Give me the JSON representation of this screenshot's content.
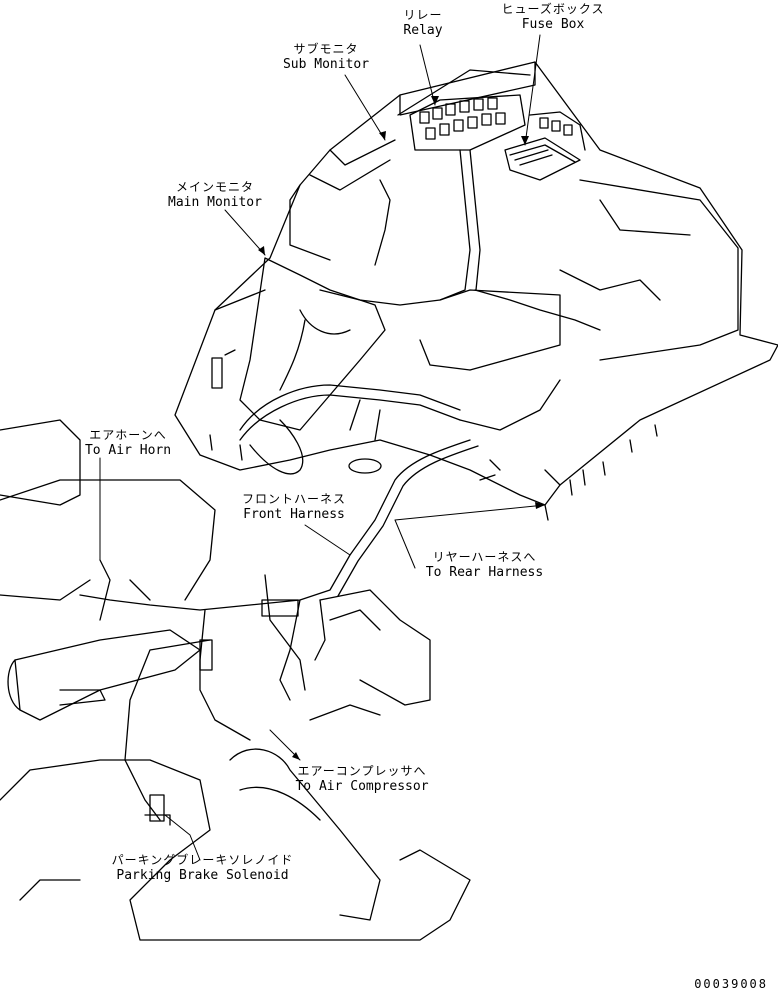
{
  "labels": {
    "relay": {
      "jp": "リレー",
      "en": "Relay"
    },
    "fuse_box": {
      "jp": "ヒューズボックス",
      "en": "Fuse Box"
    },
    "sub_monitor": {
      "jp": "サブモニタ",
      "en": "Sub Monitor"
    },
    "main_monitor": {
      "jp": "メインモニタ",
      "en": "Main Monitor"
    },
    "air_horn": {
      "jp": "エアホーンへ",
      "en": "To Air Horn"
    },
    "front_harness": {
      "jp": "フロントハーネス",
      "en": "Front Harness"
    },
    "rear_harness": {
      "jp": "リヤーハーネスへ",
      "en": "To Rear Harness"
    },
    "air_compressor": {
      "jp": "エアーコンプレッサへ",
      "en": "To Air Compressor"
    },
    "parking_brake": {
      "jp": "パーキングブレーキソレノイド",
      "en": "Parking Brake Solenoid"
    }
  },
  "drawing_code": "00039008"
}
